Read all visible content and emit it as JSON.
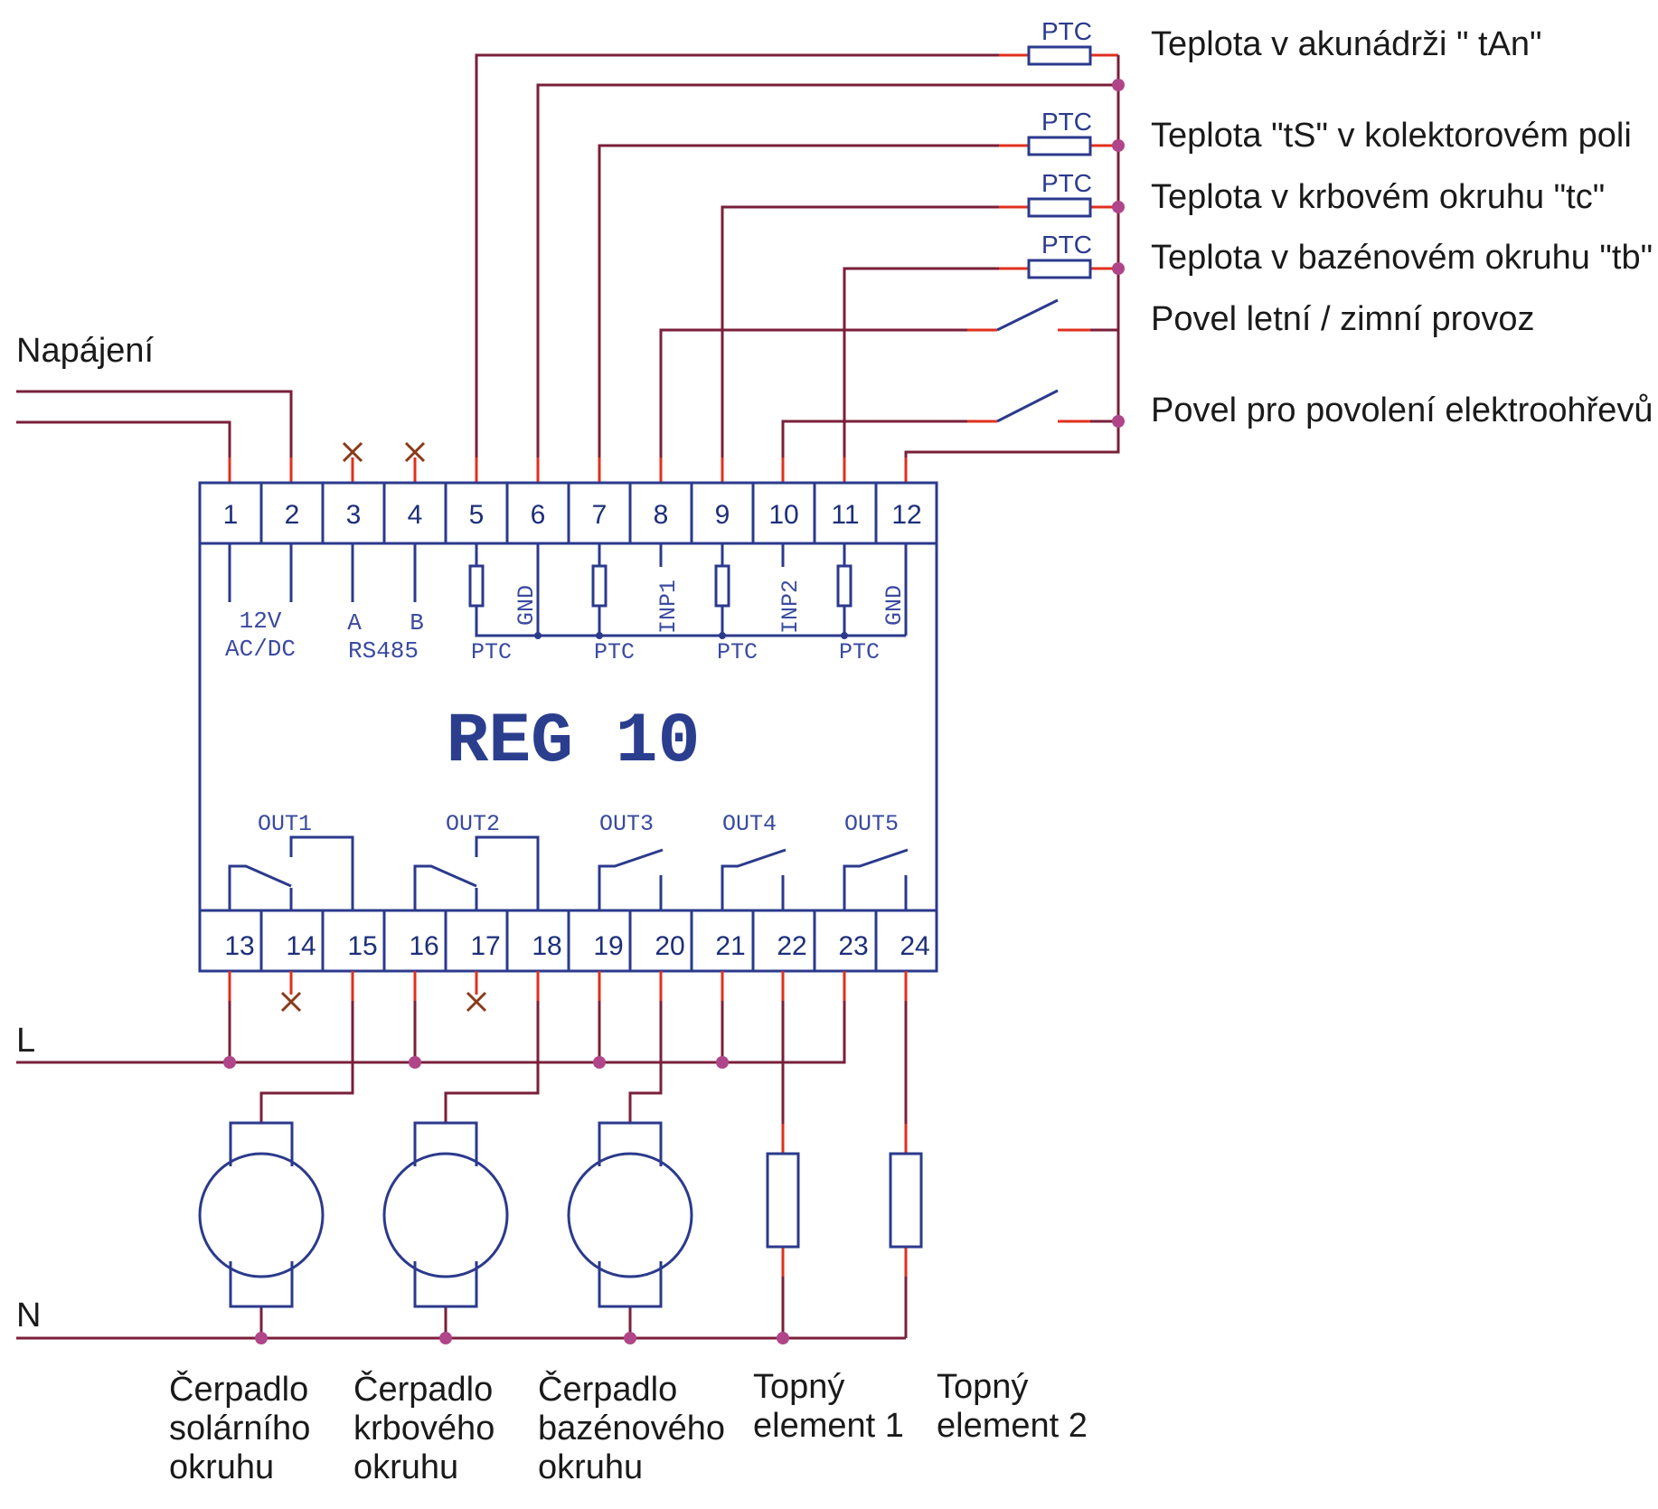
{
  "supply_label": "Napájení",
  "line_L": "L",
  "line_N": "N",
  "device_title": "REG 10",
  "ptc_symbol": "PTC",
  "sensor_labels": [
    "Teplota v akunádrži \" tAn\"",
    "Teplota \"tS\" v kolektorovém poli",
    "Teplota v krbovém okruhu \"tc\"",
    "Teplota v bazénovém okruhu \"tb\"",
    "Povel letní / zimní provoz",
    "Povel pro povolení elektroohřevů"
  ],
  "top_pins": [
    "1",
    "2",
    "3",
    "4",
    "5",
    "6",
    "7",
    "8",
    "9",
    "10",
    "11",
    "12"
  ],
  "bottom_pins": [
    "13",
    "14",
    "15",
    "16",
    "17",
    "18",
    "19",
    "20",
    "21",
    "22",
    "23",
    "24"
  ],
  "inner_labels": {
    "supply_v": "12V",
    "supply_type": "AC/DC",
    "a": "A",
    "b": "B",
    "bus": "RS485",
    "gnd": "GND",
    "inp1": "INP1",
    "inp2": "INP2",
    "ptc": "PTC"
  },
  "outputs": [
    "OUT1",
    "OUT2",
    "OUT3",
    "OUT4",
    "OUT5"
  ],
  "loads": [
    [
      "Čerpadlo",
      "solárního",
      "okruhu"
    ],
    [
      "Čerpadlo",
      "krbového",
      "okruhu"
    ],
    [
      "Čerpadlo",
      "bazénového",
      "okruhu"
    ],
    [
      "Topný",
      "element 1"
    ],
    [
      "Topný",
      "element 2"
    ]
  ]
}
